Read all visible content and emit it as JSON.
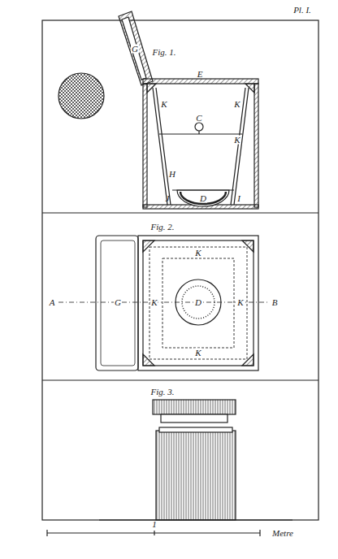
{
  "diagram": {
    "labels": [
      "Pl. I.",
      "Fig. 1.",
      "G",
      "E",
      "K",
      "K",
      "C",
      "K",
      "H",
      "J",
      "D",
      "I",
      "Fig. 2.",
      "K",
      "A",
      "G",
      "K",
      "D",
      "K",
      "B",
      "K",
      "Fig. 3.",
      "1",
      "Metre"
    ]
  }
}
